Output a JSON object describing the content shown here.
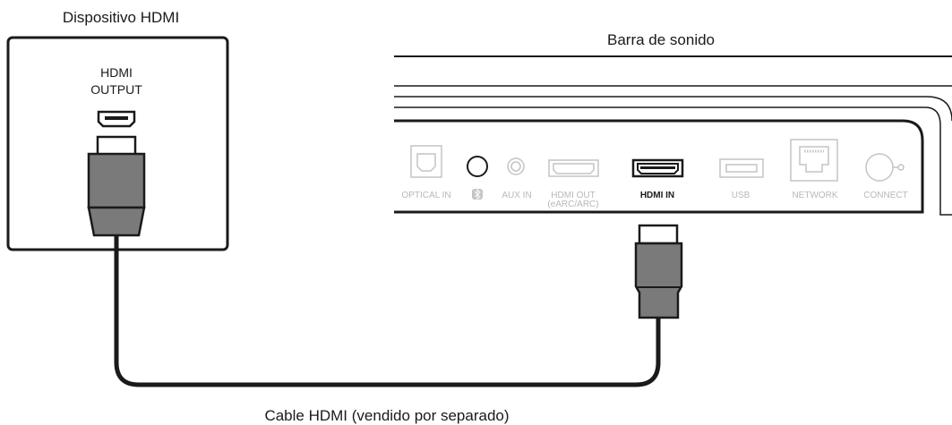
{
  "device": {
    "title": "Dispositivo HDMI",
    "output_label_line1": "HDMI",
    "output_label_line2": "OUTPUT"
  },
  "soundbar": {
    "title": "Barra de sonido",
    "ports": {
      "optical": "OPTICAL IN",
      "bluetooth_icon": "bluetooth-icon",
      "aux": "AUX IN",
      "hdmi_out_line1": "HDMI OUT",
      "hdmi_out_line2": "(eARC/ARC)",
      "hdmi_in": "HDMI IN",
      "usb": "USB",
      "network": "NETWORK",
      "connect": "CONNECT"
    }
  },
  "cable": {
    "caption": "Cable HDMI (vendido por separado)"
  },
  "colors": {
    "plug_gray": "#7a7a7a",
    "outline": "#1a1a1a",
    "inactive_port": "#c4c4c4"
  }
}
